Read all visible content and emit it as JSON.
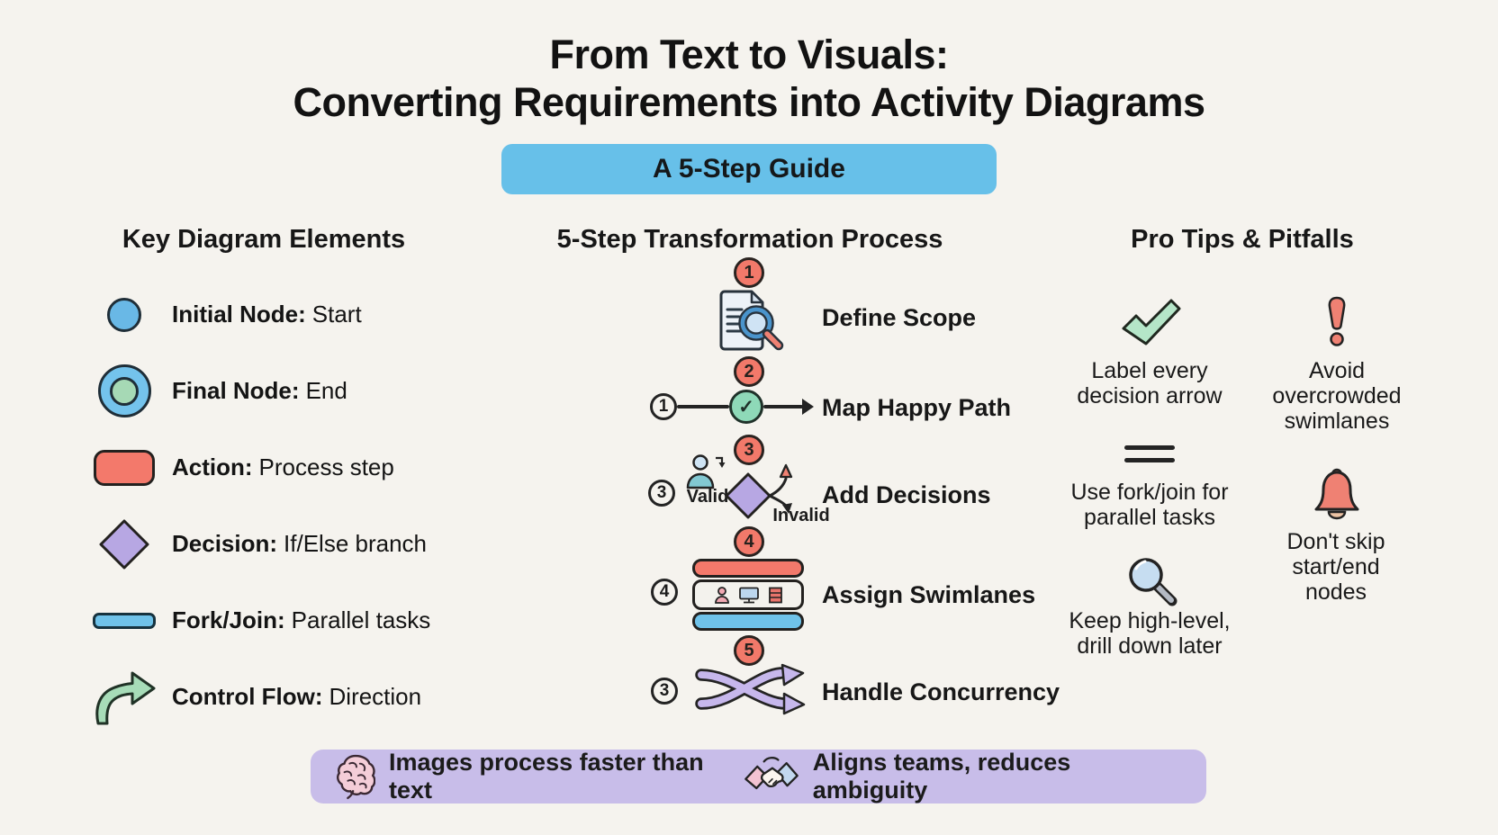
{
  "title": {
    "line1": "From Text to Visuals:",
    "line2": "Converting Requirements into Activity Diagrams"
  },
  "banner": {
    "label": "A 5-Step Guide"
  },
  "legend": {
    "heading": "Key Diagram Elements",
    "items": [
      {
        "icon": "initial-node-icon",
        "term": "Initial Node:",
        "desc": "Start"
      },
      {
        "icon": "final-node-icon",
        "term": "Final Node:",
        "desc": "End"
      },
      {
        "icon": "action-icon",
        "term": "Action:",
        "desc": "Process step"
      },
      {
        "icon": "decision-icon",
        "term": "Decision:",
        "desc": "If/Else branch"
      },
      {
        "icon": "fork-join-icon",
        "term": "Fork/Join:",
        "desc": "Parallel tasks"
      },
      {
        "icon": "control-flow-icon",
        "term": "Control Flow:",
        "desc": "Direction"
      }
    ]
  },
  "process": {
    "heading": "5-Step Transformation Process",
    "check_glyph": "✓",
    "steps": [
      {
        "number": "1",
        "label": "Define Scope",
        "icon": "document-magnifier-icon"
      },
      {
        "number": "2",
        "label": "Map Happy Path",
        "icon": "happy-path-icon",
        "marker": "1"
      },
      {
        "number": "3",
        "label": "Add Decisions",
        "icon": "decision-branch-icon",
        "marker": "3",
        "valid_label": "Valid",
        "invalid_label": "Invalid"
      },
      {
        "number": "4",
        "label": "Assign Swimlanes",
        "icon": "swimlane-icon",
        "marker": "4"
      },
      {
        "number": "5",
        "label": "Handle Concurrency",
        "icon": "concurrency-icon",
        "marker": "3"
      }
    ]
  },
  "tips": {
    "heading": "Pro Tips & Pitfalls",
    "left": [
      {
        "icon": "check-icon",
        "lines": [
          "Label every",
          "decision arrow"
        ]
      },
      {
        "icon": "fork-join-lines-icon",
        "lines": [
          "Use fork/join for",
          "parallel tasks"
        ]
      },
      {
        "icon": "magnifier-icon",
        "lines": [
          "Keep high-level,",
          "drill down later"
        ]
      }
    ],
    "right": [
      {
        "icon": "exclamation-icon",
        "lines": [
          "Avoid",
          "overcrowded",
          "swimlanes"
        ]
      },
      {
        "icon": "bell-icon",
        "lines": [
          "Don't skip",
          "start/end",
          "nodes"
        ]
      }
    ]
  },
  "footer": {
    "items": [
      {
        "icon": "brain-icon",
        "text": "Images process faster than text"
      },
      {
        "icon": "handshake-icon",
        "text": "Aligns teams, reduces ambiguity"
      }
    ]
  },
  "colors": {
    "background": "#f5f3ee",
    "banner_blue": "#67c0e9",
    "badge_salmon": "#f2796a",
    "action_red": "#f3796b",
    "decision_purple": "#b7a7e3",
    "fork_join_blue": "#6fc2e9",
    "initial_node_blue": "#69b8e6",
    "final_node_green": "#a6d9b5",
    "check_green": "#8ed9b8",
    "tip_check_green": "#b5e6c8",
    "alert_red": "#ef8173",
    "footer_purple": "#c8bde9",
    "outline": "#222222"
  }
}
